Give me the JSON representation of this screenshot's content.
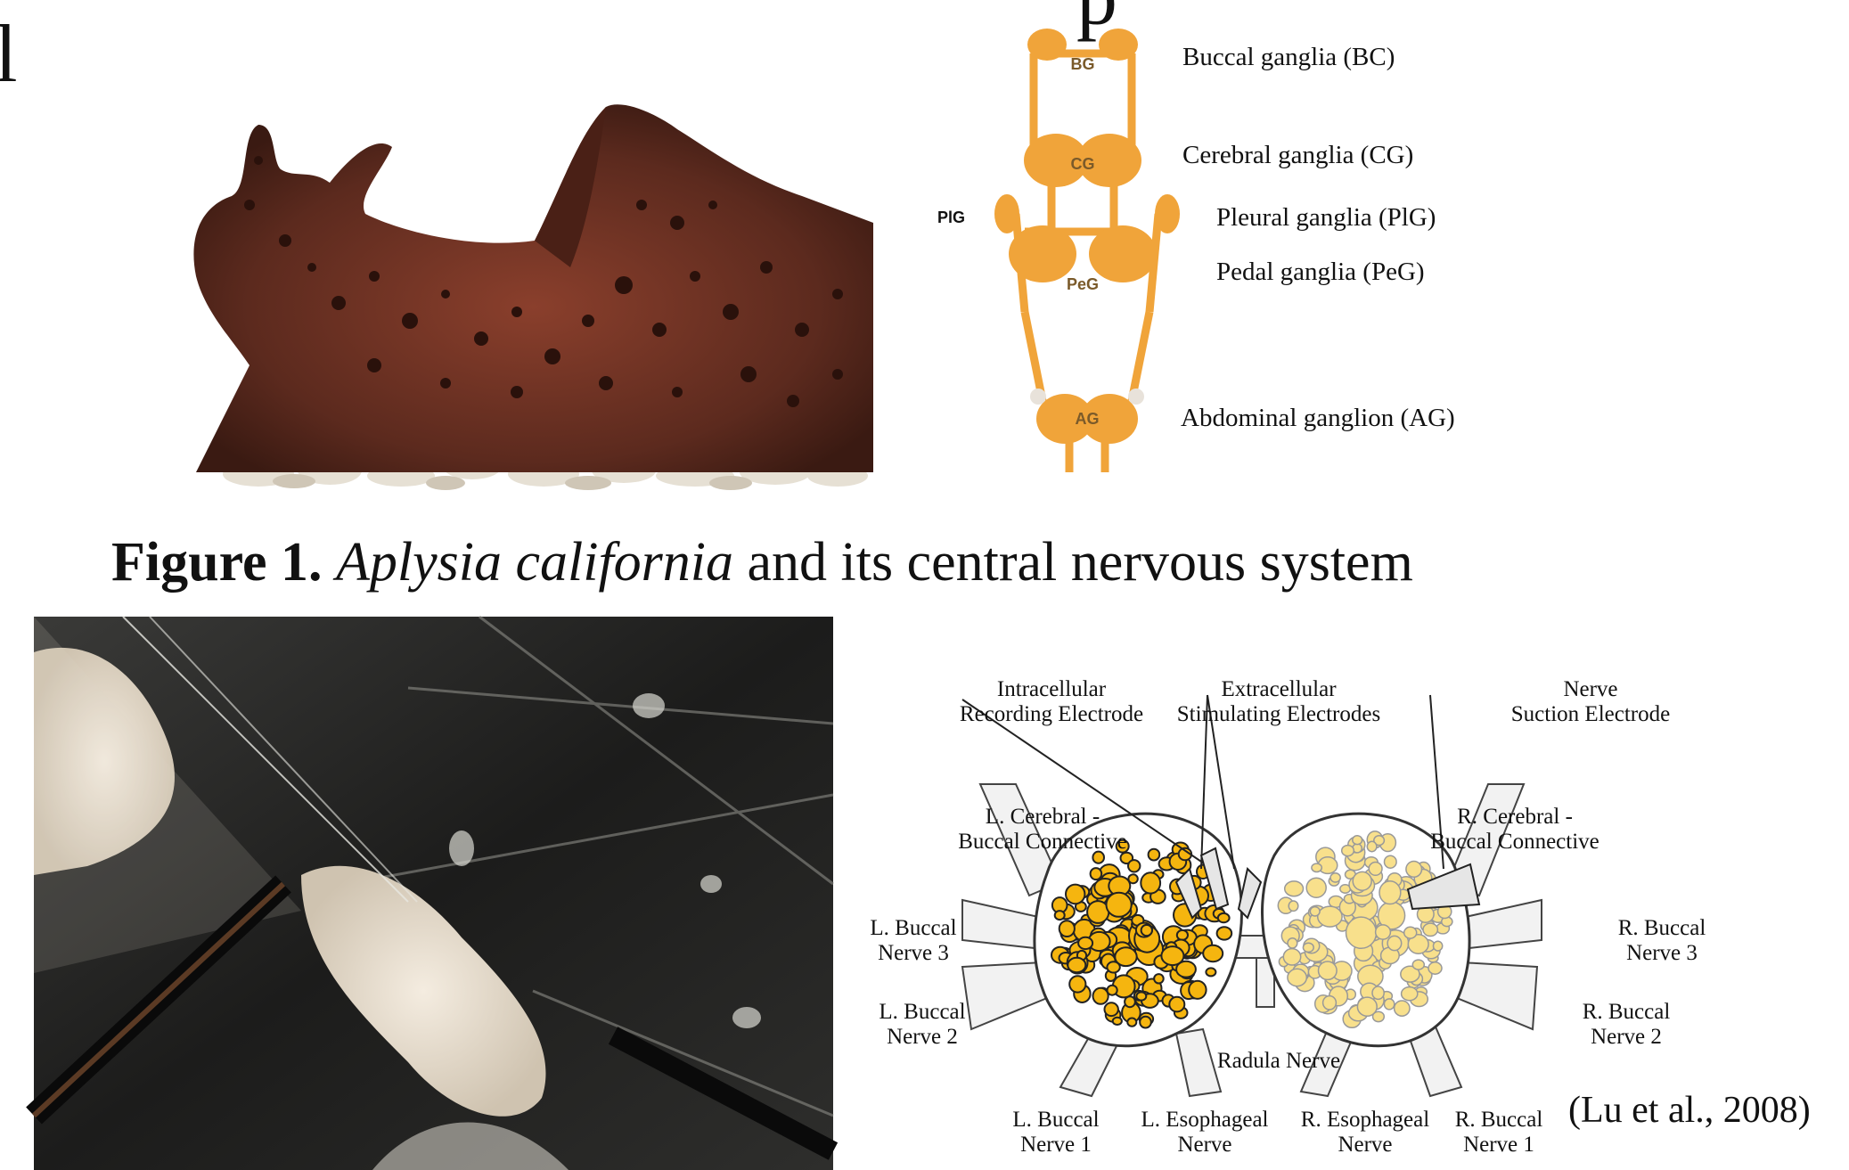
{
  "slide": {
    "top_left_fragment": "l",
    "top_center_fragment": "p"
  },
  "cns_diagram": {
    "ganglia_labels": [
      "Buccal ganglia (BC)",
      "Cerebral ganglia (CG)",
      "Pleural ganglia (PlG)",
      "Pedal ganglia (PeG)",
      "Abdominal ganglion (AG)"
    ],
    "inline_labels": {
      "bg": "BG",
      "cg": "CG",
      "plg": "PlG",
      "peg": "PeG",
      "ag": "AG"
    },
    "color": "#f0a43a"
  },
  "caption": {
    "figure_label": "Figure 1.",
    "species": "Aplysia california",
    "text": " and its central nervous system"
  },
  "buccal_diagram": {
    "electrode_labels": {
      "intracellular": [
        "Intracellular",
        "Recording Electrode"
      ],
      "extracellular": [
        "Extracellular",
        "Stimulating Electrodes"
      ],
      "suction": [
        "Nerve",
        "Suction Electrode"
      ]
    },
    "nerve_labels": {
      "l_connective": [
        "L. Cerebral -",
        "Buccal Connective"
      ],
      "r_connective": [
        "R. Cerebral -",
        "Buccal Connective"
      ],
      "l_nerve3": [
        "L. Buccal",
        "Nerve 3"
      ],
      "l_nerve2": [
        "L. Buccal",
        "Nerve 2"
      ],
      "r_nerve3": [
        "R. Buccal",
        "Nerve 3"
      ],
      "r_nerve2": [
        "R. Buccal",
        "Nerve 2"
      ],
      "radula": "Radula Nerve",
      "l_nerve1": [
        "L. Buccal",
        "Nerve 1"
      ],
      "l_esoph": [
        "L. Esophageal",
        "Nerve"
      ],
      "r_esoph": [
        "R. Esophageal",
        "Nerve"
      ],
      "r_nerve1": [
        "R. Buccal",
        "Nerve 1"
      ]
    },
    "colors": {
      "left_ganglion": "#f5b50f",
      "right_ganglion": "#f8e08c"
    }
  },
  "citation": "(Lu et al., 2008)"
}
